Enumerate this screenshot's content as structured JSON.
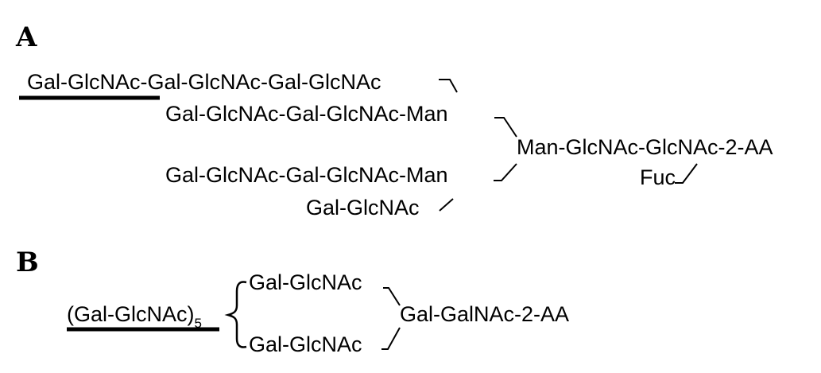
{
  "panels": {
    "a": {
      "label": "A",
      "chains": {
        "top_repeat": "Gal-GlcNAc",
        "top_rest": "-Gal-GlcNAc-Gal-GlcNAc",
        "branch_upper": "Gal-GlcNAc-Gal-GlcNAc-Man",
        "core": "Man-GlcNAc-GlcNAc-2-AA",
        "fucose": "Fuc",
        "branch_lower": "Gal-GlcNAc-Gal-GlcNAc-Man",
        "bottom": "Gal-GlcNAc"
      }
    },
    "b": {
      "label": "B",
      "chains": {
        "repeat": "(Gal-GlcNAc)",
        "repeat_count": "5",
        "upper": "Gal-GlcNAc",
        "lower": "Gal-GlcNAc",
        "core": "Gal-GalNAc-2-AA"
      }
    }
  }
}
